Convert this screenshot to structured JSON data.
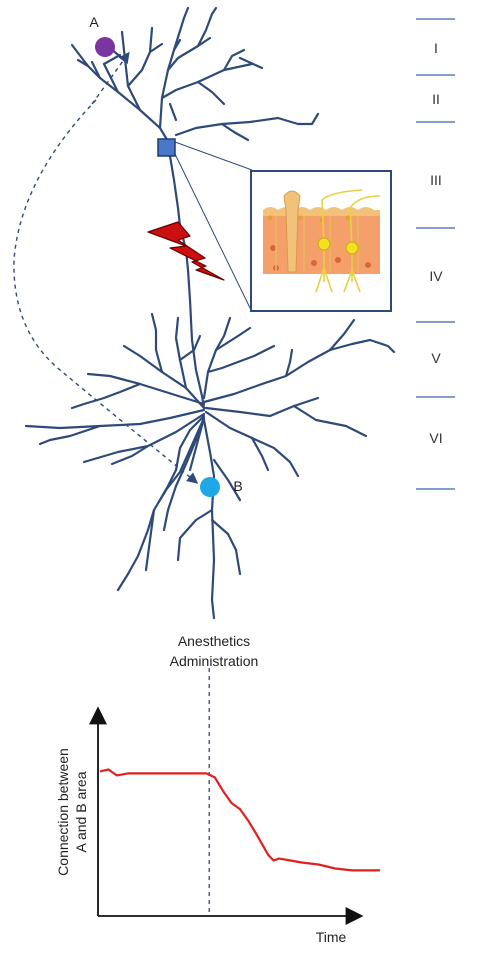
{
  "neuron": {
    "label_a": "A",
    "label_b": "B",
    "color_a": "#7a35a0",
    "color_b": "#1fa8e8",
    "dendrite_color": "#2e4a78",
    "lightning_color": "#cc0f0f",
    "square_color": "#4a78c8"
  },
  "layers": [
    "I",
    "II",
    "III",
    "IV",
    "V",
    "VI"
  ],
  "event_label_line1": "Anesthetics",
  "event_label_line2": "Administration",
  "chart_data": {
    "type": "line",
    "title": "",
    "xlabel": "Time",
    "ylabel": "Connection between A and B area",
    "ylabel_line1": "Connection between",
    "ylabel_line2": "A and B area",
    "series": [
      {
        "values": [
          [
            0,
            0.72
          ],
          [
            0.03,
            0.73
          ],
          [
            0.06,
            0.7
          ],
          [
            0.1,
            0.71
          ],
          [
            0.2,
            0.71
          ],
          [
            0.3,
            0.71
          ],
          [
            0.38,
            0.71
          ],
          [
            0.41,
            0.69
          ],
          [
            0.44,
            0.62
          ],
          [
            0.47,
            0.56
          ],
          [
            0.5,
            0.53
          ],
          [
            0.53,
            0.47
          ],
          [
            0.56,
            0.4
          ],
          [
            0.58,
            0.35
          ],
          [
            0.6,
            0.3
          ],
          [
            0.62,
            0.27
          ],
          [
            0.64,
            0.28
          ],
          [
            0.68,
            0.27
          ],
          [
            0.72,
            0.26
          ],
          [
            0.78,
            0.25
          ],
          [
            0.84,
            0.23
          ],
          [
            0.9,
            0.22
          ],
          [
            0.95,
            0.22
          ],
          [
            1.0,
            0.22
          ]
        ],
        "color": "#e0201e"
      }
    ],
    "event_x": 0.39,
    "xlim": [
      0,
      1
    ],
    "ylim": [
      0,
      1
    ]
  }
}
